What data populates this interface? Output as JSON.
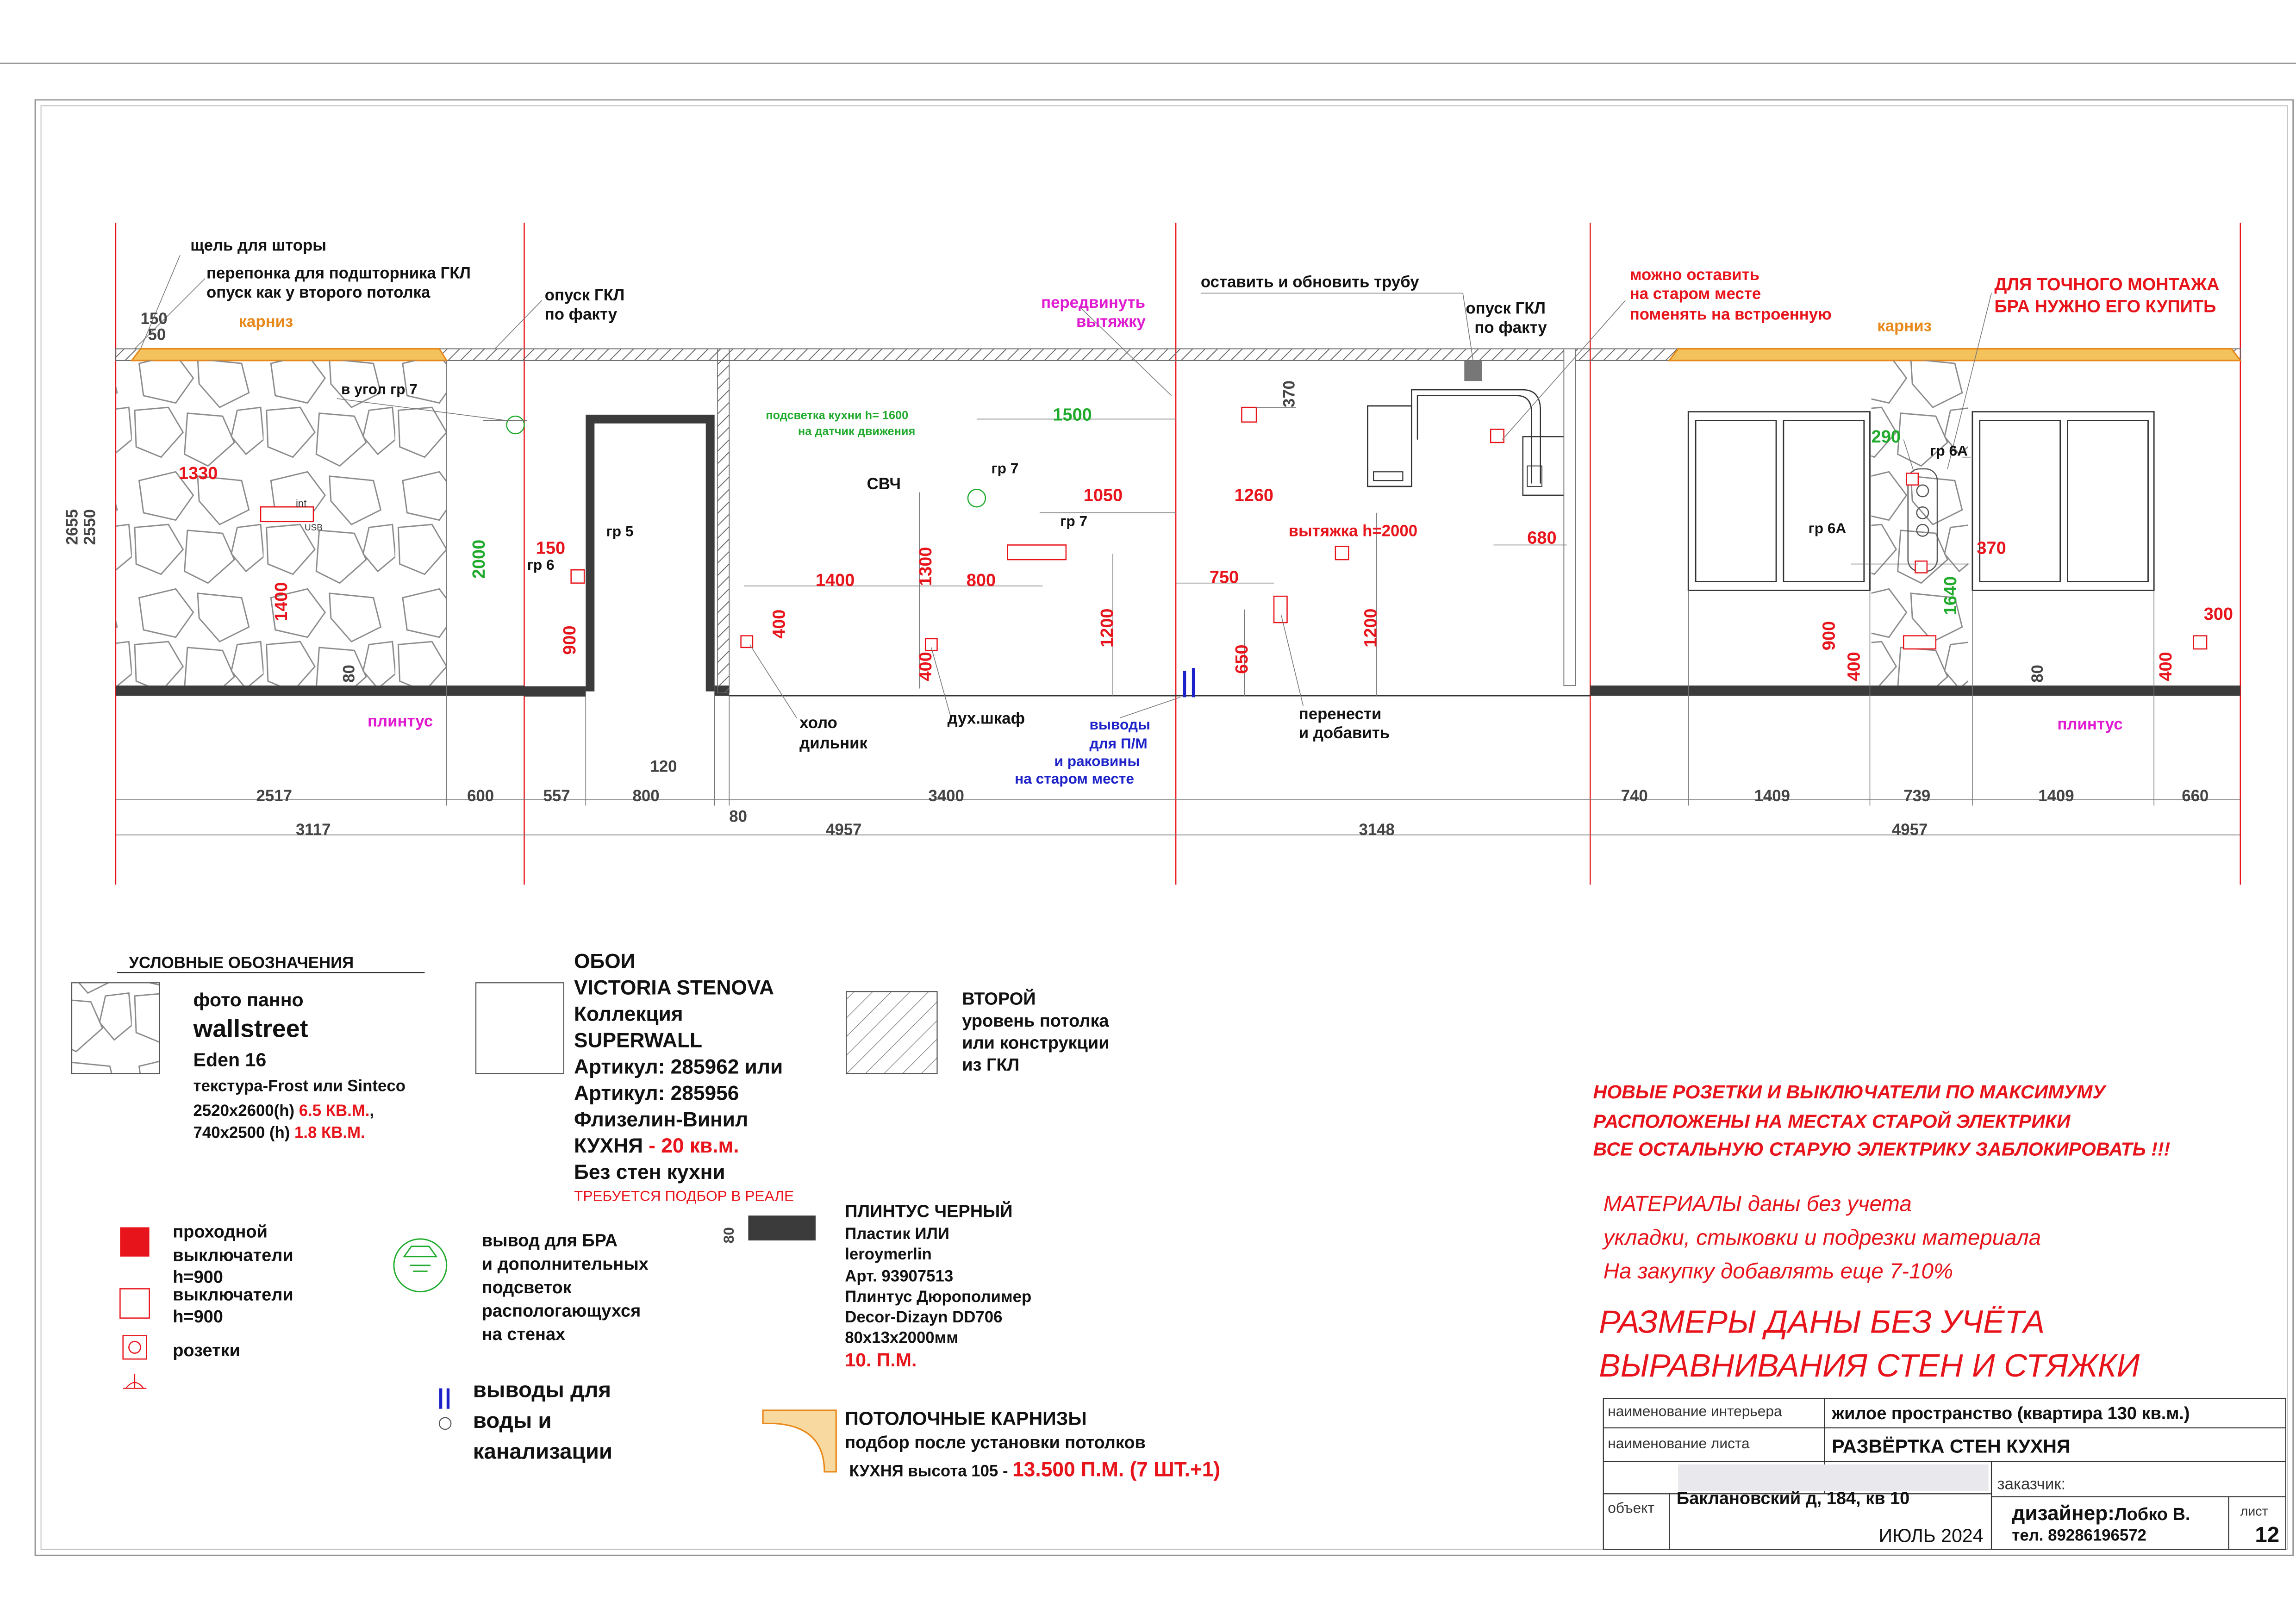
{
  "colors": {
    "red": "#e8141b",
    "green": "#1faa2c",
    "magenta": "#e01ad0",
    "blue": "#1c22c8",
    "orange": "#e8881a",
    "black": "#111111",
    "floor": "#3b3b3b"
  },
  "plan_notes": {
    "curtain_gap": "щель для шторы",
    "partition_line1": "перепонка для подшторника ГКЛ",
    "partition_line2": "опуск как у второго потолка",
    "gkl_drop_line1": "опуск ГКЛ",
    "gkl_drop_line2": "по факту",
    "cornice": "карниз",
    "corner_gr7": "в угол  гр 7",
    "gr5": "гр 5",
    "gr6": "гр 6",
    "gr7": "гр 7",
    "gr6a": "гр 6А",
    "lighting_line1": "подсветка кухни h= 1600",
    "lighting_line2": "на датчик движения",
    "microwave": "СВЧ",
    "move_hood_line1": "передвинуть",
    "move_hood_line2": "вытяжку",
    "keep_pipe": "оставить и обновить трубу",
    "gkl_drop2_line1": "опуск ГКЛ",
    "gkl_drop2_line2": "по факту",
    "hood_h": "вытяжка h=2000",
    "keep_line1": "можно оставить",
    "keep_line2": "на старом месте",
    "keep_line3": "поменять на встроенную",
    "buy_line1": "ДЛЯ ТОЧНОГО МОНТАЖА",
    "buy_line2": "БРА НУЖНО ЕГО КУПИТЬ",
    "fridge_line1": "холо",
    "fridge_line2": "дильник",
    "oven": "дух.шкаф",
    "outlets_line1": "выводы",
    "outlets_line2": "для П/М",
    "outlets_line3": "и раковины",
    "outlets_line4": "на старом месте",
    "move_add_line1": "перенести",
    "move_add_line2": "и добавить",
    "plinth": "плинтус",
    "int": "int",
    "usb": "USB"
  },
  "dimensions": {
    "d150": "150",
    "d50": "50",
    "d2655": "2655",
    "d2550": "2550",
    "d1330": "1330",
    "d1400": "1400",
    "d2000": "2000",
    "d80": "80",
    "d150b": "150",
    "d900": "900",
    "d120": "120",
    "d1500": "1500",
    "d1300": "1300",
    "d1050": "1050",
    "d1400b": "1400",
    "d800": "800",
    "d400": "400",
    "d400b": "400",
    "d1200": "1200",
    "d1260": "1260",
    "d750": "750",
    "d650": "650",
    "d1200b": "1200",
    "d370": "370",
    "d680": "680",
    "d290": "290",
    "d370b": "370",
    "d1640": "1640",
    "d900b": "900",
    "d400c": "400",
    "d80b": "80",
    "d400d": "400",
    "d300": "300",
    "seg1": [
      "2517",
      "600",
      "557",
      "800",
      "3400",
      "740",
      "1409",
      "739",
      "1409",
      "660"
    ],
    "d80c": "80",
    "totals": [
      "3117",
      "4957",
      "3148",
      "4957"
    ]
  },
  "legend": {
    "title": "УСЛОВНЫЕ ОБОЗНАЧЕНИЯ",
    "photo": {
      "l1": "фото панно",
      "l2": "wallstreet",
      "l3": "Eden 16",
      "l4": "текстура-Frost или Sinteco",
      "l5a": "2520x2600(h) ",
      "l5b": "6.5 КВ.М.",
      ",": ",",
      "l6a": "740x2500 (h) ",
      "l6b": "1.8 КВ.М."
    },
    "wallpaper": {
      "l1": "ОБОИ",
      "l2": "VICTORIA STENOVA",
      "l3": "Коллекция",
      "l4": "SUPERWALL",
      "l5": "Артикул: 285962 или",
      "l6": "Артикул: 285956",
      "l7": "Флизелин-Винил",
      "l8a": "КУХНЯ ",
      "l8b": "- 20 кв.м.",
      "l9": "Без стен кухни",
      "l10": "ТРЕБУЕТСЯ ПОДБОР В РЕАЛЕ"
    },
    "ceiling": {
      "l1": "ВТОРОЙ",
      "l2": "уровень потолка",
      "l3": "или конструкции",
      "l4": "из ГКЛ"
    },
    "switch_pass": {
      "l1": "проходной",
      "l2": "выключатели",
      "l3": "h=900"
    },
    "switch": {
      "l1": "выключатели",
      "l2": "h=900"
    },
    "socket": "розетки",
    "bra": {
      "l1": "вывод для БРА",
      "l2": "и дополнительных",
      "l3": "подсветок",
      "l4": "распологающухся",
      "l5": "на стенах"
    },
    "plinth": {
      "l0": "80",
      "l1": "ПЛИНТУС ЧЕРНЫЙ",
      "l2": "Пластик ИЛИ",
      "l3": "leroymerlin",
      "l4": "Арт. 93907513",
      "l5": "Плинтус  Дюрополимер",
      "l6": "Decor-Dizayn DD706",
      "l7": "80x13x2000мм",
      "l8": "10. П.М."
    },
    "water": {
      "l1": "выводы для",
      "l2": "воды и",
      "l3": "канализации"
    },
    "cornice": {
      "l1": "ПОТОЛОЧНЫЕ КАРНИЗЫ",
      "l2": "подбор после установки потолков",
      "l3a": "КУХНЯ высота 105 - ",
      "l3b": "13.500 П.М. (7 ШТ.+1)"
    }
  },
  "notes": {
    "n1": "НОВЫЕ РОЗЕТКИ И ВЫКЛЮЧАТЕЛИ ПО МАКСИМУМУ",
    "n2": "РАСПОЛОЖЕНЫ НА МЕСТАХ СТАРОЙ ЭЛЕКТРИКИ",
    "n3": "ВСЕ ОСТАЛЬНУЮ СТАРУЮ ЭЛЕКТРИКУ ЗАБЛОКИРОВАТЬ !!!",
    "m1": "МАТЕРИАЛЫ  даны без учета",
    "m2": "укладки, стыковки и подрезки материала",
    "m3": "На закупку добавлять еще 7-10%",
    "b1": "РАЗМЕРЫ ДАНЫ БЕЗ УЧЁТА",
    "b2": "ВЫРАВНИВАНИЯ СТЕН И СТЯЖКИ"
  },
  "title_block": {
    "interior_label": "наименование интерьера",
    "interior_value": "жилое пространство (квартира 130 кв.м.)",
    "sheet_label": "наименование листа",
    "sheet_value": "РАЗВЁРТКА СТЕН КУХНЯ",
    "client_label": "заказчик:",
    "object_label": "объект",
    "object_value": "Баклановский д, 184, кв 10",
    "date": "ИЮЛЬ 2024",
    "designer_label": "дизайнер:",
    "designer_name": "Лобко В.",
    "phone": "тел. 89286196572",
    "sheet_no_label": "лист",
    "sheet_no": "12"
  }
}
